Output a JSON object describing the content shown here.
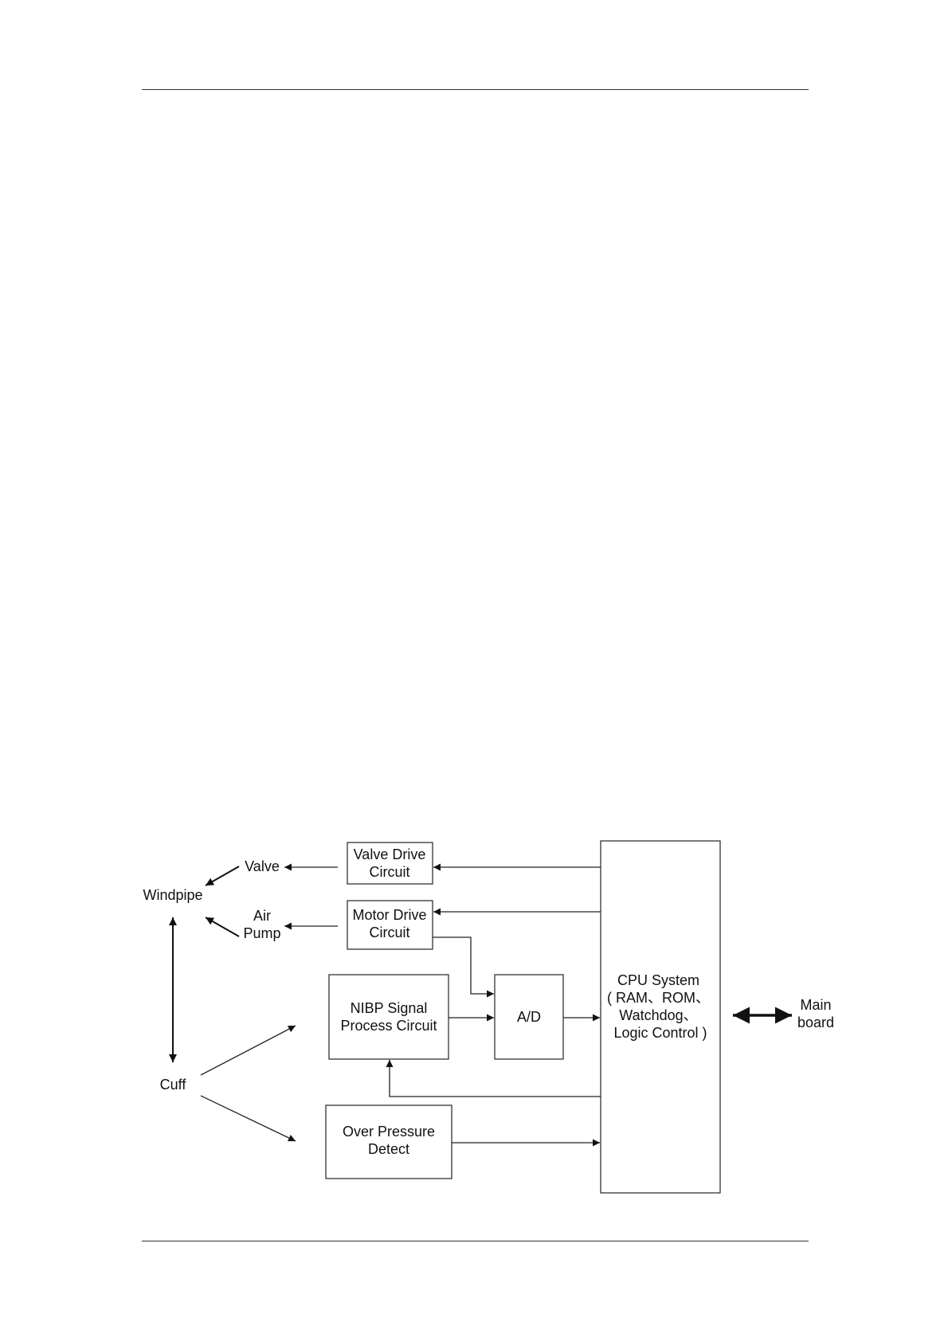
{
  "diagram": {
    "blocks": {
      "valve_drive": [
        "Valve Drive",
        "Circuit"
      ],
      "motor_drive": [
        "Motor Drive",
        "Circuit"
      ],
      "nibp": [
        "NIBP Signal",
        "Process Circuit"
      ],
      "ad": [
        "A/D"
      ],
      "cpu": [
        "CPU System",
        "( RAM、ROM、",
        "Watchdog、",
        "Logic Control )"
      ],
      "over_pressure": [
        "Over Pressure",
        "Detect"
      ]
    },
    "labels": {
      "valve": [
        "Valve"
      ],
      "air_pump": [
        "Air",
        "Pump"
      ],
      "windpipe": [
        "Windpipe"
      ],
      "cuff": [
        "Cuff"
      ],
      "main_board": [
        "Main",
        "board"
      ]
    },
    "connections": [
      {
        "from": "cpu",
        "to": "valve_drive"
      },
      {
        "from": "valve_drive",
        "to": "valve"
      },
      {
        "from": "valve",
        "to": "windpipe"
      },
      {
        "from": "cpu",
        "to": "motor_drive"
      },
      {
        "from": "motor_drive",
        "to": "air_pump"
      },
      {
        "from": "air_pump",
        "to": "windpipe"
      },
      {
        "from": "motor_drive",
        "to": "ad"
      },
      {
        "from": "nibp",
        "to": "ad"
      },
      {
        "from": "ad",
        "to": "cpu"
      },
      {
        "from": "cpu",
        "to": "nibp"
      },
      {
        "from": "cuff",
        "to": "nibp"
      },
      {
        "from": "cuff",
        "to": "over_pressure"
      },
      {
        "from": "over_pressure",
        "to": "cpu"
      },
      {
        "from": "windpipe",
        "to": "cuff",
        "bidirectional": true
      },
      {
        "from": "cpu",
        "to": "main_board",
        "bidirectional": true
      }
    ]
  }
}
